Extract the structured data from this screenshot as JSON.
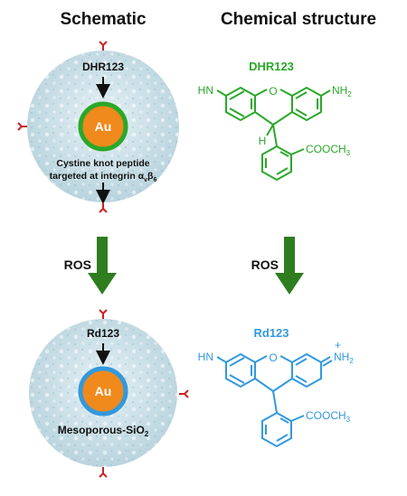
{
  "headings": {
    "left": "Schematic",
    "right": "Chemical structure"
  },
  "top_schematic": {
    "probe": "DHR123",
    "core": "Au",
    "caption_line1": "Cystine knot peptide",
    "caption_line2_text": "targeted at integrin α",
    "caption_sub1": "v",
    "caption_beta": "β",
    "caption_sub2": "6"
  },
  "bottom_schematic": {
    "probe": "Rd123",
    "core": "Au",
    "shell_main": "Mesoporous-SiO",
    "shell_sub": "2"
  },
  "arrows": {
    "left": "ROS",
    "right": "ROS"
  },
  "top_structure": {
    "name": "DHR123",
    "left_group": "HN",
    "oxygen": "O",
    "right_group_main": "NH",
    "right_group_sub": "2",
    "hydrogen": "H",
    "ester_main": "COOCH",
    "ester_sub": "3"
  },
  "bottom_structure": {
    "name": "Rd123",
    "left_group": "HN",
    "oxygen": "O",
    "right_charge": "+",
    "right_group_main": "NH",
    "right_group_sub": "2",
    "ester_main": "COOCH",
    "ester_sub": "3"
  },
  "colors": {
    "dhr_green": "#2aa82a",
    "rd_blue": "#3399dd",
    "arrow_green": "#2e7d1e",
    "gold_core": "#f08a1c",
    "silica": "#cfe3ea",
    "antibody_red": "#cc2222"
  },
  "icons": {
    "targeting_ligand": "antibody-y-icon"
  }
}
